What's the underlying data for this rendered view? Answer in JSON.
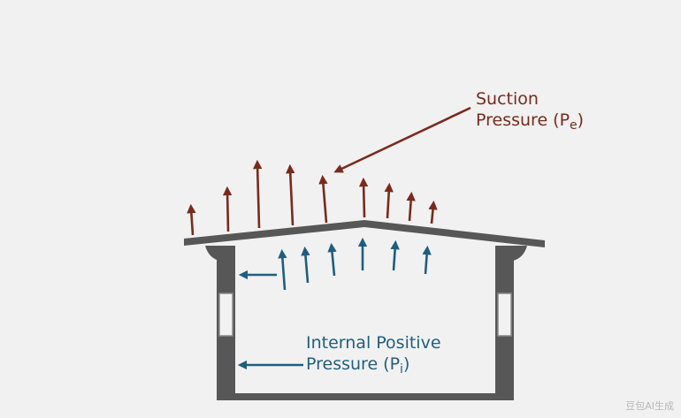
{
  "labels": {
    "suction_line1": "Suction",
    "suction_line2": "Pressure (P",
    "suction_sub": "e",
    "suction_close": ")",
    "internal_line1": "Internal Positive",
    "internal_line2": "Pressure (P",
    "internal_sub": "i",
    "internal_close": ")"
  },
  "watermark": "豆包AI生成",
  "colors": {
    "background": "#f1f1f1",
    "structure": "#575757",
    "suction": "#7a2a1c",
    "internal": "#1f5e80",
    "window": "#f2f2f2"
  }
}
